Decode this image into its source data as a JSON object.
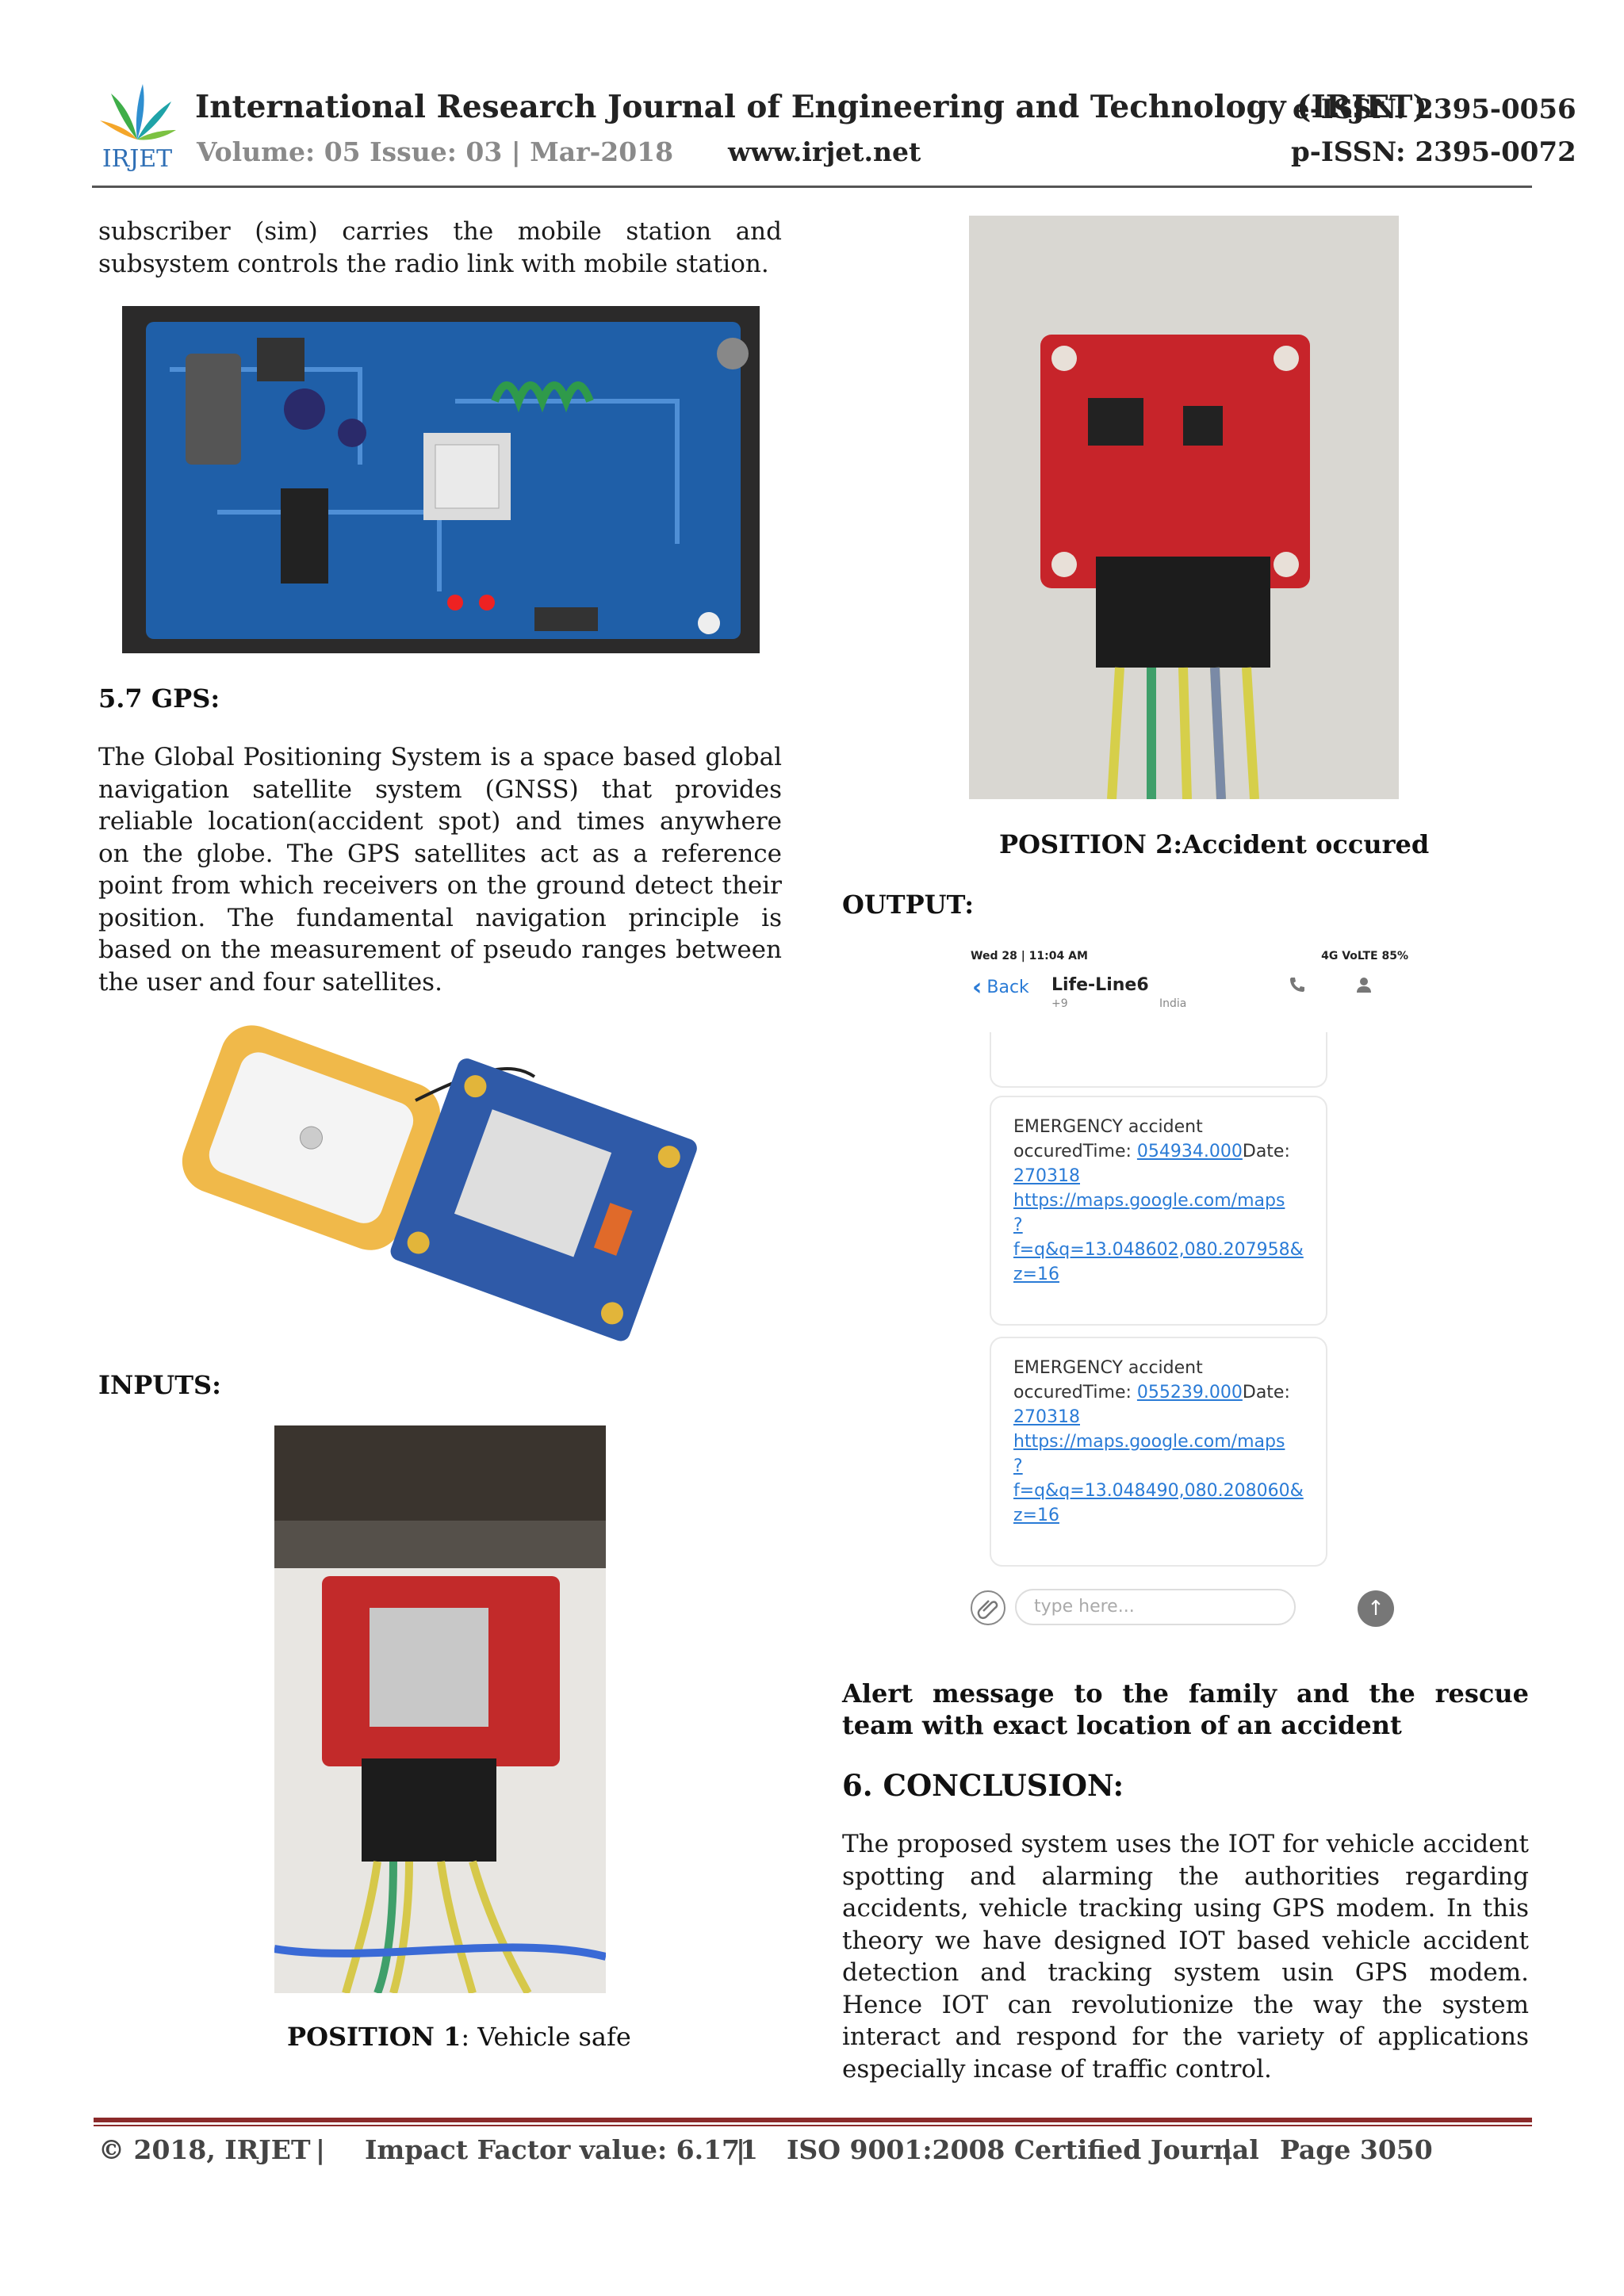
{
  "header": {
    "logo_text": "IRJET",
    "journal_title": "International Research Journal of Engineering and Technology (IRJET)",
    "eissn": "e-ISSN: 2395-0056",
    "volume": "Volume: 05 Issue: 03 | Mar-2018",
    "website": "www.irjet.net",
    "pissn": "p-ISSN: 2395-0072"
  },
  "left": {
    "intro": "subscriber (sim) carries the mobile station and subsystem controls the radio link with mobile station.",
    "gps_heading": "5.7 GPS:",
    "gps_text": "The Global Positioning System is a space based global navigation satellite system (GNSS) that provides reliable location(accident spot) and times anywhere on the globe. The GPS satellites act as a reference point from which receivers on the ground detect their position. The fundamental navigation principle is based on the measurement of pseudo ranges between the user and four satellites.",
    "inputs_heading": "INPUTS:",
    "position1_bold": "POSITION 1",
    "position1_rest": ": Vehicle safe"
  },
  "right": {
    "position2_caption": "POSITION 2:Accident occured",
    "output_heading": "OUTPUT:",
    "alert_caption": "Alert message to the family and the rescue team with exact location of an accident",
    "conclusion_heading": "6. CONCLUSION:",
    "conclusion_text": "The proposed system uses the IOT for vehicle accident spotting and alarming the authorities regarding accidents, vehicle tracking using GPS modem. In this theory we have designed IOT based vehicle accident detection and tracking system usin GPS modem. Hence IOT can revolutionize the way the system interact and respond for the variety of applications especially incase of traffic control."
  },
  "phone": {
    "status_left": "Wed 28 | 11:04 AM",
    "status_right": "4G VoLTE  85%",
    "back_label": "Back",
    "contact_name": "Life-Line6",
    "contact_sub1": "+9",
    "contact_sub2": "India",
    "messages": [
      {
        "line1": "EMERGENCY accident",
        "line2_prefix": "occuredTime: ",
        "time": "054934.000",
        "line2_suffix": "Date:",
        "date": "270318",
        "link1": "https://maps.google.com/maps",
        "link2": "?f=q&q=13.048602,080.207958&",
        "link3": "z=16"
      },
      {
        "line1": "EMERGENCY accident",
        "line2_prefix": "occuredTime: ",
        "time": "055239.000",
        "line2_suffix": "Date:",
        "date": "270318",
        "link1": "https://maps.google.com/maps",
        "link2": "?f=q&q=13.048490,080.208060&",
        "link3": "z=16"
      }
    ],
    "input_placeholder": "type here..."
  },
  "footer": {
    "copyright": "© 2018, IRJET",
    "sep": "|",
    "impact": "Impact Factor value: 6.171",
    "iso": "ISO 9001:2008 Certified Journal",
    "page": "Page 3050"
  }
}
